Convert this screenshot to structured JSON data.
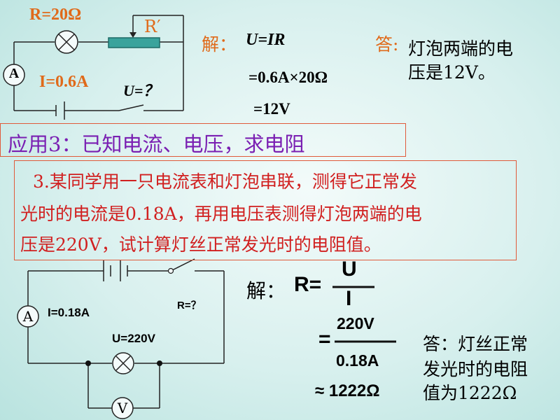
{
  "top_circuit": {
    "resistor_label": "R=20Ω",
    "rheostat_label": "R′",
    "current_label": "I=0.6A",
    "voltage_label": "U=？",
    "ammeter_symbol": "A"
  },
  "solution1": {
    "prefix": "解：",
    "formula": "U=IR",
    "step1": "=0.6A×20Ω",
    "step2": "=12V"
  },
  "answer1": {
    "prefix": "答:",
    "text_line1": "灯泡两端的电",
    "text_line2": "压是12V。"
  },
  "application": {
    "title": "应用3：已知电流、电压，求电阻"
  },
  "problem": {
    "line1": "3.某同学用一只电流表和灯泡串联，测得它正常发",
    "line2": "光时的电流是0.18A，再用电压表测得灯泡两端的电",
    "line3": "压是220V，试计算灯丝正常发光时的电阻值。"
  },
  "bottom_circuit": {
    "current_label": "I=0.18A",
    "resistance_label": "R=？",
    "voltage_label": "U=220V",
    "ammeter_symbol": "A",
    "voltmeter_symbol": "V"
  },
  "solution2": {
    "prefix": "解：",
    "formula_lhs": "R=",
    "numerator": "U",
    "denominator": "I",
    "eq_sign": "=",
    "num_value": "220V",
    "den_value": "0.18A",
    "approx": "≈ 1222Ω"
  },
  "answer2": {
    "line1": "答：灯丝正常",
    "line2": "发光时的电阻",
    "line3": "值为1222Ω"
  },
  "colors": {
    "orange": "#e06a1a",
    "purple": "#7a1fb2",
    "red": "#d12020",
    "box_border": "#e05a3a",
    "background": "#d8f0ee"
  }
}
